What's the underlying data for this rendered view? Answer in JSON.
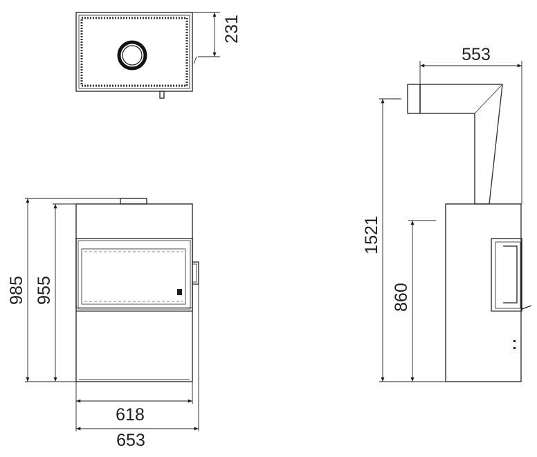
{
  "dimensions": {
    "top_depth": "231",
    "side_pipe_width": "553",
    "total_height_outer": "985",
    "total_height_inner": "955",
    "inner_width": "618",
    "outer_width": "653",
    "total_height_with_pipe": "1521",
    "door_height": "860"
  }
}
